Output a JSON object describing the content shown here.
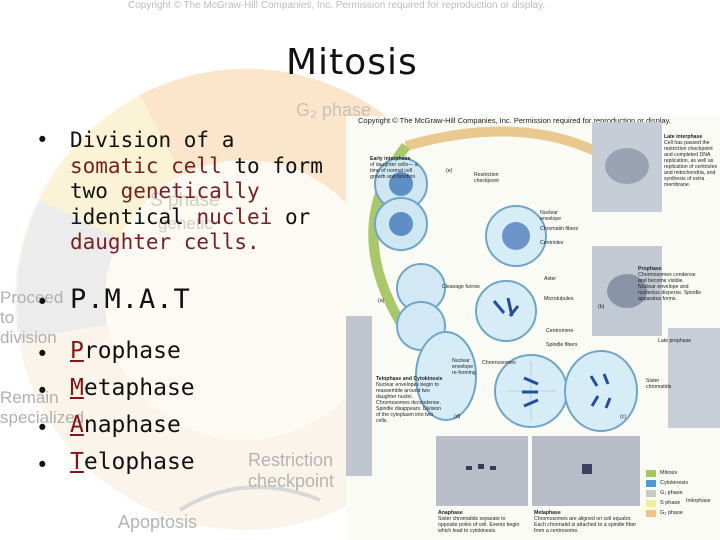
{
  "background": {
    "copyright": "Copyright © The McGraw-Hill Companies, Inc. Permission required for reproduction or display.",
    "g2_label": "G₂ phase",
    "s_label": "S phase",
    "genetic_label": "genetic",
    "proceed_label": "Proceed to division",
    "remain_label": "Remain specialized",
    "restriction_label": "Restriction checkpoint",
    "apoptosis_label": "Apoptosis"
  },
  "slide": {
    "title": "Mitosis",
    "definition": {
      "w1": "Division of a",
      "w2": "somatic cell",
      "w3": "to form",
      "w4": "two",
      "w5": "genetically",
      "w6": "identical",
      "w7": "nuclei",
      "w8": "or",
      "w9": "daughter cells."
    },
    "mnemonic": "P.M.A.T",
    "phases": [
      {
        "first": "P",
        "rest": "rophase"
      },
      {
        "first": "M",
        "rest": "etaphase"
      },
      {
        "first": "A",
        "rest": "naphase"
      },
      {
        "first": "T",
        "rest": "elophase"
      }
    ]
  },
  "figure": {
    "copyright": "Copyright © The McGraw-Hill Companies, Inc. Permission required for reproduction or display.",
    "labels": {
      "early_interphase": "Early interphase",
      "early_interphase_desc": "of daughter cells— a time of normal cell growth and function.",
      "late_interphase": "Late interphase",
      "late_interphase_desc": "Cell has passed the restriction checkpoint and completed DNA replication, as well as replication of centrioles and mitochondria, and synthesis of extra membrane.",
      "restriction": "Restriction checkpoint",
      "nuclear_envelope": "Nuclear envelope",
      "chromatin": "Chromatin fibers",
      "centrioles": "Centrioles",
      "cleavage": "Cleavage furrow",
      "aster": "Aster",
      "microtubules": "Microtubules",
      "prophase": "Prophase",
      "prophase_desc": "Chromosomes condense and become visible. Nuclear envelope and nucleolus disperse. Spindle apparatus forms.",
      "centromere": "Centromere",
      "spindle": "Spindle fibers",
      "late_prophase": "Late prophase",
      "chromosomes": "Chromosomes",
      "nuclear_env_re": "Nuclear envelope re-forming",
      "sister": "Sister chromatids",
      "telophase": "Telophase and Cytokinesis",
      "telophase_desc": "Nuclear envelopes begin to reassemble around two daughter nuclei. Chromosomes decondense. Spindle disappears. Division of the cytoplasm into two cells.",
      "anaphase": "Anaphase",
      "anaphase_desc": "Sister chromatids separate to opposite poles of cell. Events begin which lead to cytokinesis.",
      "metaphase": "Metaphase",
      "metaphase_desc": "Chromosomes are aligned on cell equator. Each chromatid is attached to a spindle fiber from a centrosome.",
      "a": "(a)",
      "b": "(b)",
      "c": "(c)",
      "d": "(d)",
      "e": "(e)"
    },
    "legend": [
      {
        "label": "Mitosis",
        "color": "#a5c85a"
      },
      {
        "label": "Cytokinesis",
        "color": "#4d9ad6"
      },
      {
        "label": "G₁ phase",
        "color": "#c9c9c9"
      },
      {
        "label": "S phase",
        "color": "#f4ec9c"
      },
      {
        "label": "G₂ phase",
        "color": "#f2c389"
      }
    ],
    "legend_group": "Interphase"
  }
}
